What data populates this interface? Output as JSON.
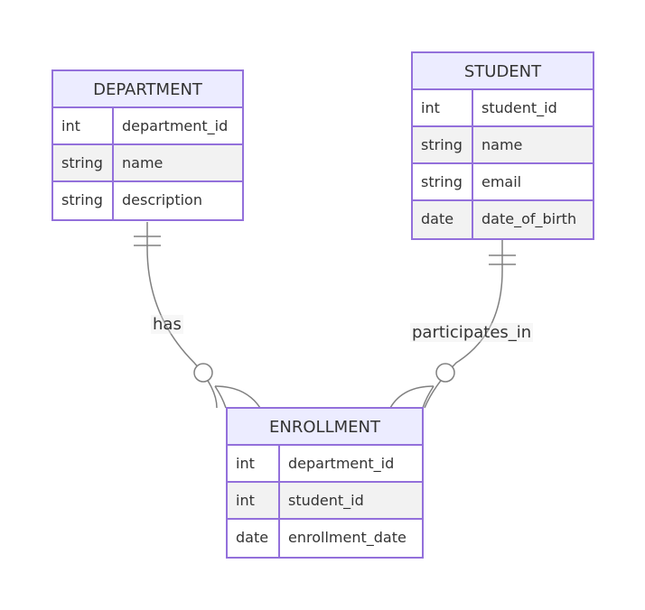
{
  "entities": {
    "department": {
      "name": "DEPARTMENT",
      "attributes": [
        {
          "type": "int",
          "name": "department_id"
        },
        {
          "type": "string",
          "name": "name"
        },
        {
          "type": "string",
          "name": "description"
        }
      ]
    },
    "student": {
      "name": "STUDENT",
      "attributes": [
        {
          "type": "int",
          "name": "student_id"
        },
        {
          "type": "string",
          "name": "name"
        },
        {
          "type": "string",
          "name": "email"
        },
        {
          "type": "date",
          "name": "date_of_birth"
        }
      ]
    },
    "enrollment": {
      "name": "ENROLLMENT",
      "attributes": [
        {
          "type": "int",
          "name": "department_id"
        },
        {
          "type": "int",
          "name": "student_id"
        },
        {
          "type": "date",
          "name": "enrollment_date"
        }
      ]
    }
  },
  "relationships": {
    "has": {
      "label": "has",
      "from": "DEPARTMENT",
      "to": "ENROLLMENT",
      "from_cardinality": "exactly-one",
      "to_cardinality": "zero-or-many"
    },
    "participates_in": {
      "label": "participates_in",
      "from": "STUDENT",
      "to": "ENROLLMENT",
      "from_cardinality": "exactly-one",
      "to_cardinality": "zero-or-many"
    }
  },
  "colors": {
    "border": "#9370db",
    "header_fill": "#ececff",
    "row_even_fill": "#f2f2f2",
    "row_odd_fill": "#ffffff",
    "line": "#808080",
    "text": "#333333"
  }
}
